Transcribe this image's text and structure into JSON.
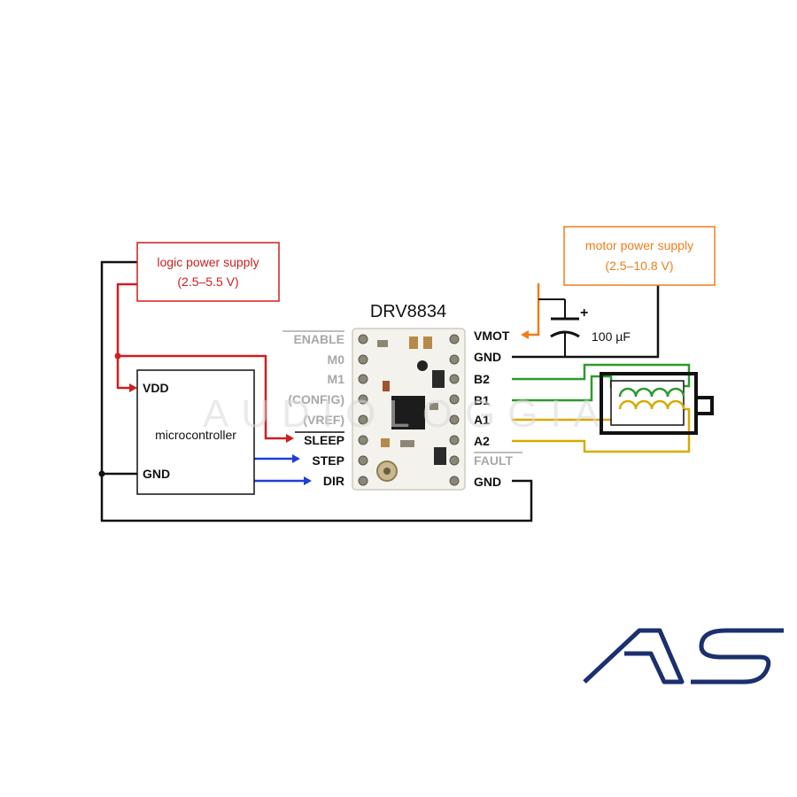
{
  "logic_supply": {
    "line1": "logic power supply",
    "line2": "(2.5–5.5 V)",
    "color": "#cc1f1f"
  },
  "motor_supply": {
    "line1": "motor power supply",
    "line2": "(2.5–10.8 V)",
    "color": "#f07d1a"
  },
  "driver": {
    "title": "DRV8834"
  },
  "microcontroller": {
    "label": "microcontroller",
    "vdd": "VDD",
    "gnd": "GND"
  },
  "left_pins": {
    "enable": "ENABLE",
    "m0": "M0",
    "m1": "M1",
    "config": "(CONFIG)",
    "vref": "(VREF)",
    "sleep": "SLEEP",
    "step": "STEP",
    "dir": "DIR"
  },
  "right_pins": {
    "vmot": "VMOT",
    "gnd_top": "GND",
    "b2": "B2",
    "b1": "B1",
    "a1": "A1",
    "a2": "A2",
    "fault": "FAULT",
    "gnd_bottom": "GND"
  },
  "capacitor": {
    "value": "100 µF",
    "polarity": "+"
  },
  "watermark": {
    "text": "AUDIOLOGGIA"
  },
  "colors": {
    "signal_blue": "#1f3fd6",
    "coil_b": "#2e9a2e",
    "coil_a": "#d9a900",
    "logo": "#1c2f6e"
  }
}
